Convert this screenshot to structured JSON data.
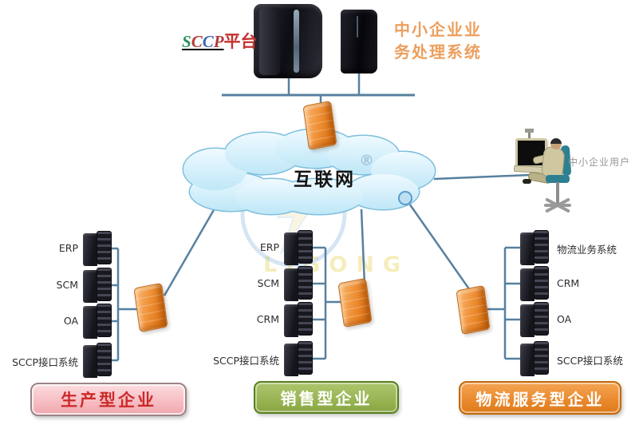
{
  "header": {
    "platform_title": {
      "brand_letters": [
        "S",
        "C",
        "C",
        "P"
      ],
      "suffix": "平台"
    },
    "system_title": {
      "line1": "中小企业业",
      "line2": "务处理系统"
    }
  },
  "cloud": {
    "label": "互联网"
  },
  "user": {
    "label": "中小企业用户"
  },
  "watermark": {
    "text": "LIGONG",
    "registered": "®"
  },
  "groups": [
    {
      "id": "production",
      "servers": [
        "ERP",
        "SCM",
        "OA",
        "SCCP接口系统"
      ],
      "label": "生产型企业"
    },
    {
      "id": "sales",
      "servers": [
        "ERP",
        "SCM",
        "CRM",
        "SCCP接口系统"
      ],
      "label": "销售型企业"
    },
    {
      "id": "logistics",
      "servers": [
        "物流业务系统",
        "CRM",
        "OA",
        "SCCP接口系统"
      ],
      "label": "物流服务型企业"
    }
  ],
  "colors": {
    "line": "#57809f",
    "cloud_fill_top": "#effaff",
    "cloud_fill_bottom": "#bfe7f7",
    "cloud_stroke": "#7fc0de",
    "firewall_orange": "#ea8327",
    "production_box": "#f5b6bc",
    "production_text": "#cc2a2a",
    "sales_box": "#94b14e",
    "logistics_box": "#e8862a",
    "title_orange": "#ec9f5e",
    "brand_colors": [
      "#2d8f5b",
      "#b5393b",
      "#3c6ab5",
      "#b5393b"
    ]
  }
}
